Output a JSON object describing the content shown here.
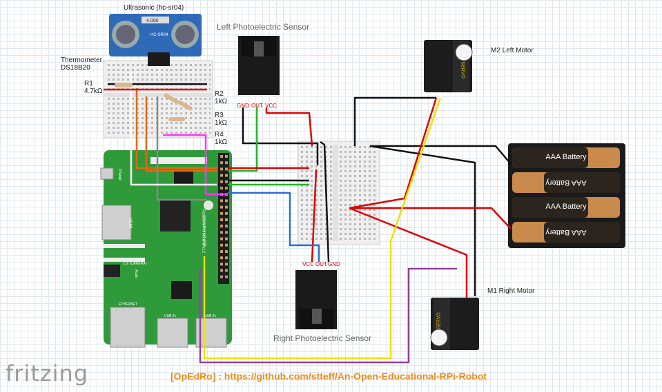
{
  "components": {
    "ultrasonic": {
      "label": "Ultrasonic (hc-sr04)",
      "display": "4.000",
      "chip": "HC-SR04"
    },
    "thermometer": {
      "label_line1": "Thermometer",
      "label_line2": "DS18B20"
    },
    "r1": {
      "name": "R1",
      "value": "4.7kΩ"
    },
    "r2": {
      "name": "R2",
      "value": "1kΩ"
    },
    "r3": {
      "name": "R3",
      "value": "1kΩ"
    },
    "r4": {
      "name": "R4",
      "value": "1kΩ"
    },
    "left_sensor": {
      "label": "Left Photoelectric Sensor",
      "pins": [
        "GND",
        "OUT",
        "VCC"
      ]
    },
    "right_sensor": {
      "label": "Right Photoelectric Sensor",
      "pins": [
        "VCC",
        "OUT",
        "GND"
      ]
    },
    "left_motor": {
      "label": "M2 Left Motor",
      "brand": "SERVO"
    },
    "right_motor": {
      "label": "M1 Right Motor",
      "brand": "SERVO"
    },
    "battery": {
      "cells": [
        "AAA Battery",
        "AAA Battery",
        "AAA Battery",
        "AAA Battery"
      ]
    },
    "pi": {
      "power": "Power",
      "hdmi": "HDMI",
      "csi": "CSI (CAMERA)",
      "audio": "Audio",
      "ethernet": "ETHERNET",
      "usb1": "USB 2x",
      "usb2": "USB 2x",
      "model": "Raspberry Pi 3 Model B v1.2",
      "copyright": "© Raspberry Pi 2015"
    }
  },
  "footer": "[OpEdRo] : https://github.com/stteff/An-Open-Educational-RPi-Robot",
  "logo": "fritzing",
  "colors": {
    "wire_red": "#e00000",
    "wire_black": "#111111",
    "wire_green": "#22b422",
    "wire_yellow": "#f0e000",
    "wire_purple": "#9040a0",
    "wire_orange": "#e06a10",
    "wire_pink": "#ff33ff",
    "wire_blue": "#2a70d0",
    "pcb_green": "#2f9a3a",
    "footer_orange": "#f08a1a"
  }
}
